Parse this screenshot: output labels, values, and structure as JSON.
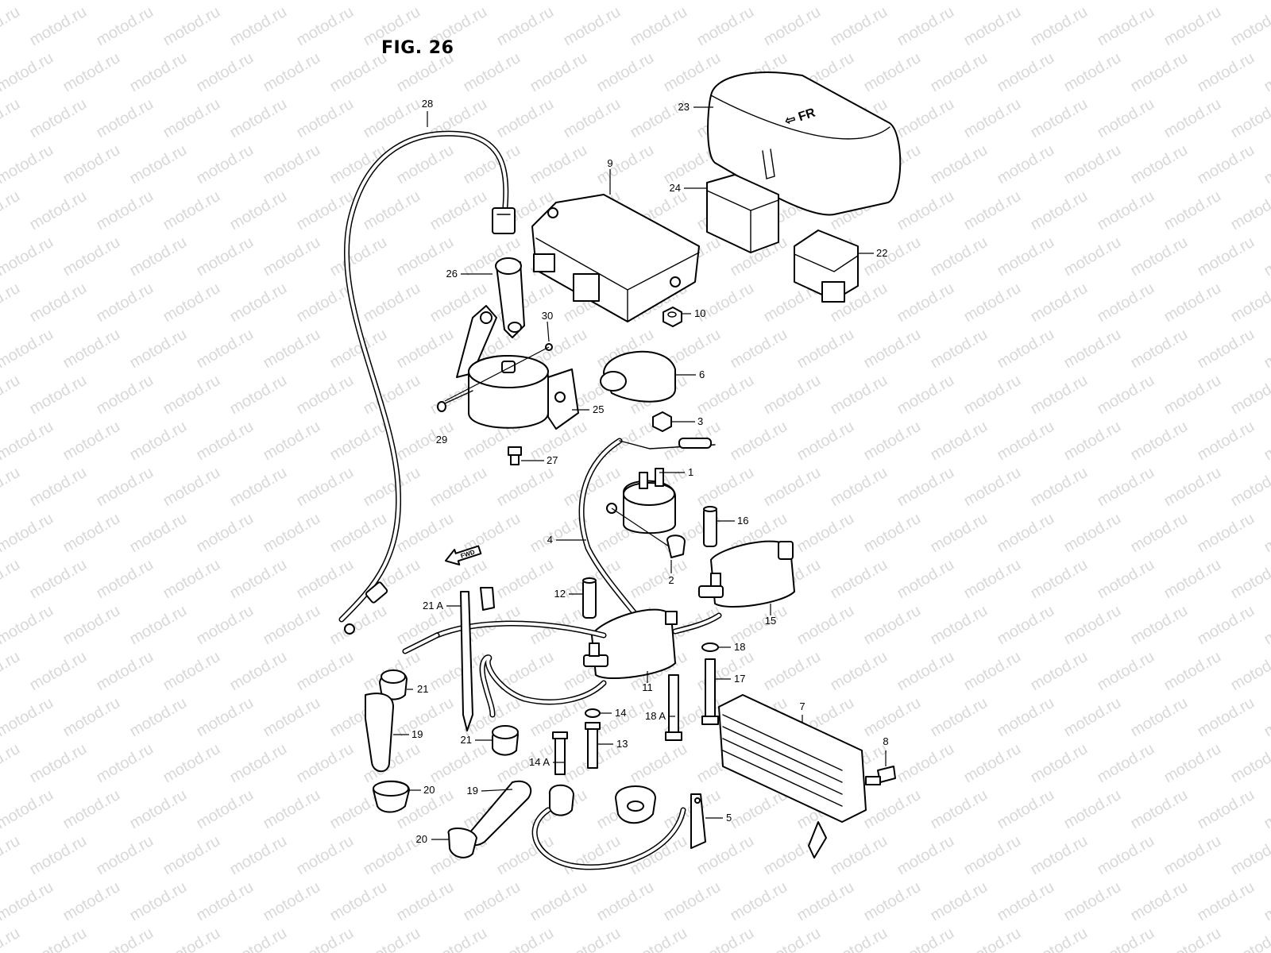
{
  "figure": {
    "title": "FIG. 26",
    "watermark_text": "motod.ru"
  },
  "callouts": [
    {
      "id": "c1",
      "label": "1"
    },
    {
      "id": "c2",
      "label": "2"
    },
    {
      "id": "c3",
      "label": "3"
    },
    {
      "id": "c4",
      "label": "4"
    },
    {
      "id": "c5",
      "label": "5"
    },
    {
      "id": "c6",
      "label": "6"
    },
    {
      "id": "c7",
      "label": "7"
    },
    {
      "id": "c8",
      "label": "8"
    },
    {
      "id": "c9",
      "label": "9"
    },
    {
      "id": "c10",
      "label": "10"
    },
    {
      "id": "c11",
      "label": "11"
    },
    {
      "id": "c12",
      "label": "12"
    },
    {
      "id": "c13",
      "label": "13"
    },
    {
      "id": "c14",
      "label": "14"
    },
    {
      "id": "c14a",
      "label": "14 A"
    },
    {
      "id": "c15",
      "label": "15"
    },
    {
      "id": "c16",
      "label": "16"
    },
    {
      "id": "c17",
      "label": "17"
    },
    {
      "id": "c18",
      "label": "18"
    },
    {
      "id": "c18a",
      "label": "18 A"
    },
    {
      "id": "c19a",
      "label": "19"
    },
    {
      "id": "c19b",
      "label": "19"
    },
    {
      "id": "c20a",
      "label": "20"
    },
    {
      "id": "c20b",
      "label": "20"
    },
    {
      "id": "c21a",
      "label": "21"
    },
    {
      "id": "c21b",
      "label": "21"
    },
    {
      "id": "c21c",
      "label": "21 A"
    },
    {
      "id": "c22",
      "label": "22"
    },
    {
      "id": "c23",
      "label": "23"
    },
    {
      "id": "c24",
      "label": "24"
    },
    {
      "id": "c25",
      "label": "25"
    },
    {
      "id": "c26",
      "label": "26"
    },
    {
      "id": "c27",
      "label": "27"
    },
    {
      "id": "c28",
      "label": "28"
    },
    {
      "id": "c29",
      "label": "29"
    },
    {
      "id": "c30",
      "label": "30"
    }
  ],
  "direction_marker": {
    "label": "FWD",
    "icon": "arrow-left-icon"
  },
  "cover_marking": {
    "icon": "arrow-left-icon",
    "text": "FR"
  }
}
